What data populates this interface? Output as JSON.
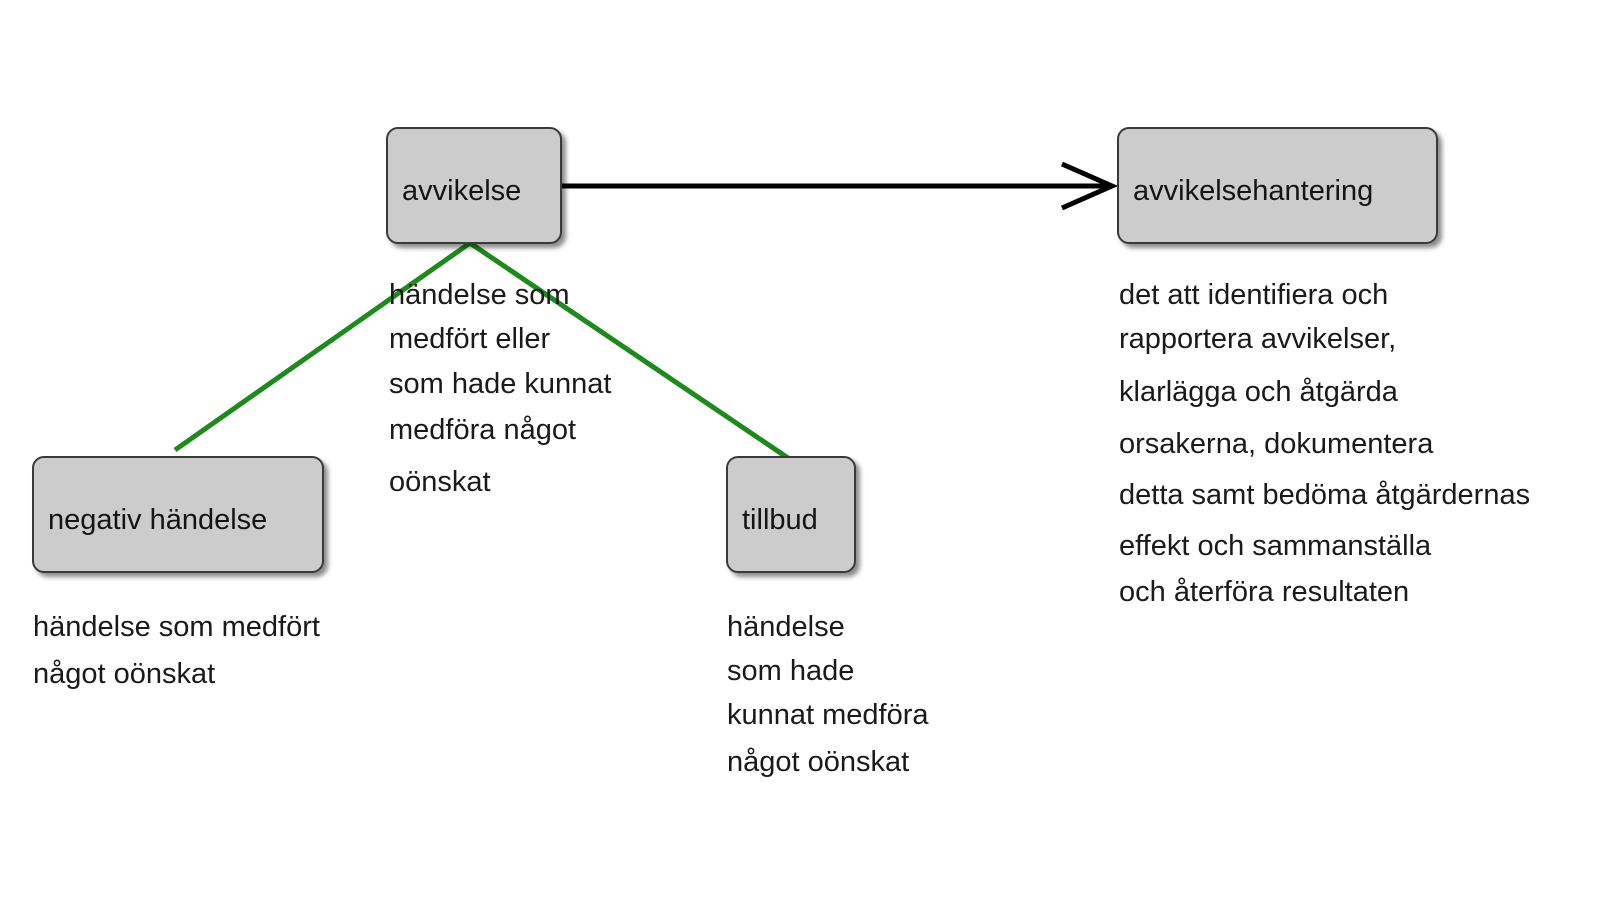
{
  "colors": {
    "node_fill": "#cccccc",
    "node_border": "#3a3a3a",
    "generalization_line": "#1e8a1e",
    "association_arrow": "#000000",
    "text": "#1a1a1a"
  },
  "nodes": {
    "avvikelse": {
      "label": "avvikelse",
      "description": [
        "händelse som",
        "medfört eller",
        "som hade kunnat",
        "medföra något",
        "oönskat"
      ]
    },
    "avvikelsehantering": {
      "label": "avvikelsehantering",
      "description": [
        "det att identifiera och",
        "rapportera avvikelser,",
        "klarlägga och åtgärda",
        "orsakerna, dokumentera",
        "detta samt bedöma åtgärdernas",
        "effekt och sammanställa",
        "och återföra resultaten"
      ]
    },
    "negativ_handelse": {
      "label": "negativ händelse",
      "description": [
        "händelse som medfört",
        "något oönskat"
      ]
    },
    "tillbud": {
      "label": "tillbud",
      "description": [
        "händelse",
        "som hade",
        "kunnat medföra",
        "något oönskat"
      ]
    }
  }
}
